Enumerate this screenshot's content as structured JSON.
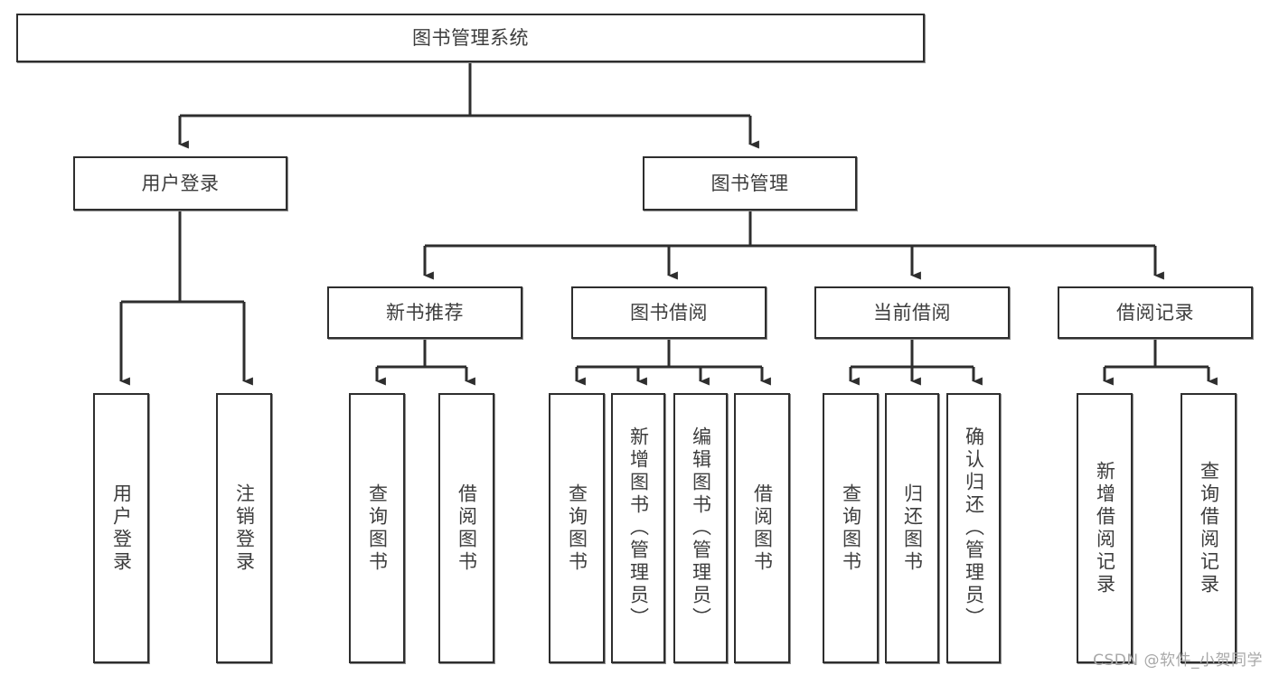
{
  "diagram": {
    "title": "图书管理系统",
    "type": "tree",
    "root": {
      "label": "图书管理系统"
    },
    "level1": [
      {
        "label": "用户登录"
      },
      {
        "label": "图书管理"
      }
    ],
    "level2": [
      {
        "label": "新书推荐"
      },
      {
        "label": "图书借阅"
      },
      {
        "label": "当前借阅"
      },
      {
        "label": "借阅记录"
      }
    ],
    "leaves": {
      "user_login": [
        {
          "label": "用户登录"
        },
        {
          "label": "注销登录"
        }
      ],
      "new_book": [
        {
          "label": "查询图书"
        },
        {
          "label": "借阅图书"
        }
      ],
      "book_borrow": [
        {
          "label": "查询图书"
        },
        {
          "label": "新增图书（管理员）"
        },
        {
          "label": "编辑图书（管理员）"
        },
        {
          "label": "借阅图书"
        }
      ],
      "current_borrow": [
        {
          "label": "查询图书"
        },
        {
          "label": "归还图书"
        },
        {
          "label": "确认归还（管理员）"
        }
      ],
      "borrow_record": [
        {
          "label": "新增借阅记录"
        },
        {
          "label": "查询借阅记录"
        }
      ]
    }
  },
  "watermark": {
    "text": "CSDN @软件_小贺同学"
  },
  "colors": {
    "stroke": "#2e2e2e",
    "text": "#3d3d3d",
    "background": "#ffffff",
    "watermark": "#a8a8a8"
  }
}
